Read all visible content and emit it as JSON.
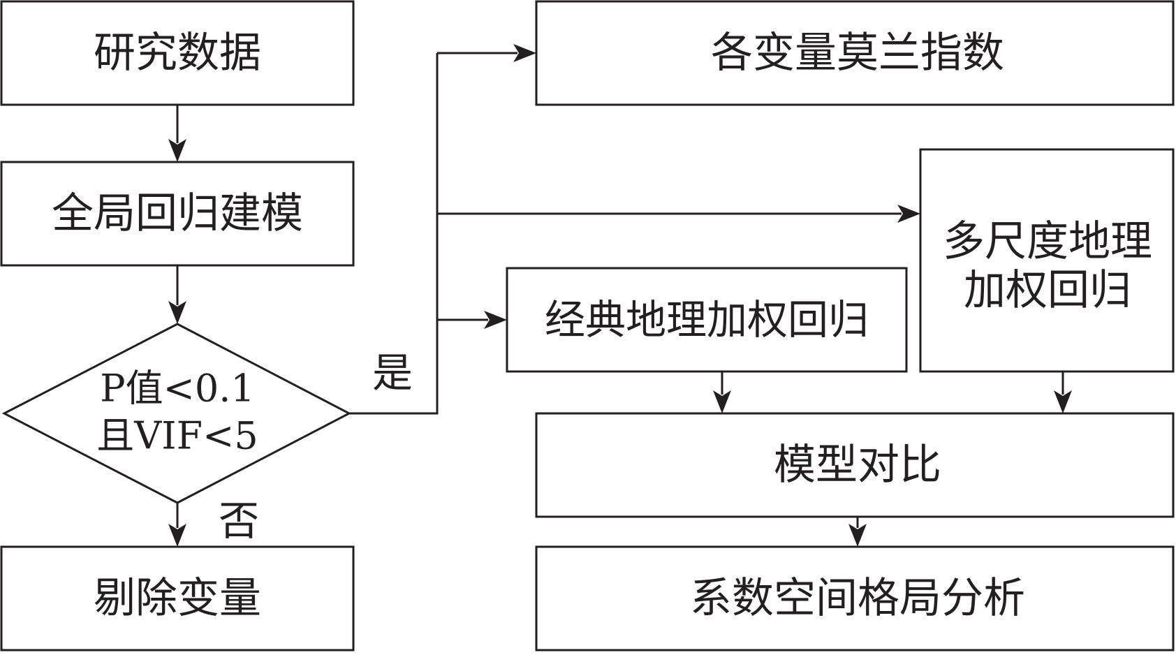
{
  "nodes": {
    "research_data": "研究数据",
    "global_regression": "全局回归建模",
    "decision_line1": "P值<0.1",
    "decision_line2": "且VIF<5",
    "remove_variables": "剔除变量",
    "moran_index": "各变量莫兰指数",
    "mgwr_line1": "多尺度地理",
    "mgwr_line2": "加权回归",
    "gwr": "经典地理加权回归",
    "model_comparison": "模型对比",
    "coefficient_analysis": "系数空间格局分析"
  },
  "edge_labels": {
    "yes": "是",
    "no": "否"
  }
}
